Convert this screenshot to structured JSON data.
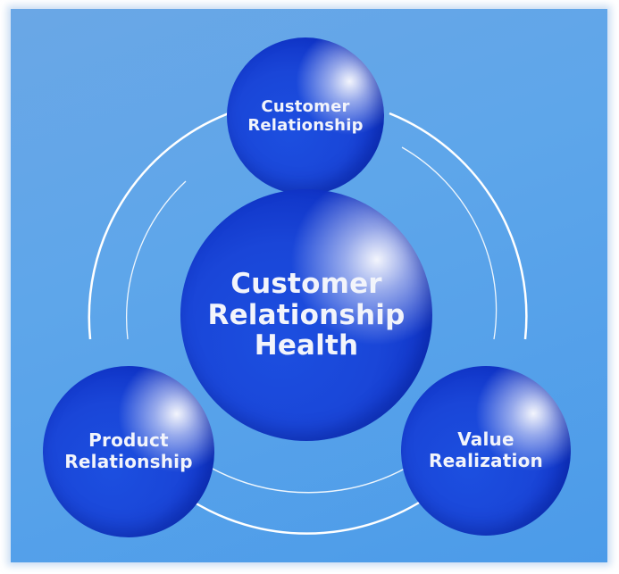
{
  "diagram": {
    "center": {
      "label_lines": [
        "Customer",
        "Relationship",
        "Health"
      ]
    },
    "nodes": [
      {
        "id": "top",
        "label_lines": [
          "Customer",
          "Relationship"
        ]
      },
      {
        "id": "left",
        "label_lines": [
          "Product",
          "Relationship"
        ]
      },
      {
        "id": "right",
        "label_lines": [
          "Value",
          "Realization"
        ]
      }
    ],
    "colors": {
      "background": "#5ea6ea",
      "sphere": "#1a46d8",
      "ring": "#ffffff",
      "text": "#f2f4fb"
    }
  }
}
